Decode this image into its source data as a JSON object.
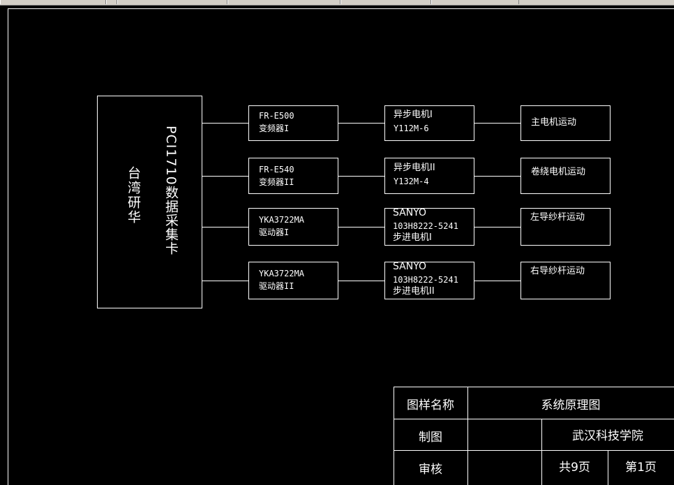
{
  "card": {
    "line1": "PCI1710数据采集卡",
    "line2": "台湾研华"
  },
  "rows": [
    {
      "drive1": "FR-E500",
      "drive2": "变频器I",
      "motor1": "异步电机I",
      "motor2": "Y112M-6",
      "motor3": "",
      "action": "主电机运动"
    },
    {
      "drive1": "FR-E540",
      "drive2": "变频器II",
      "motor1": "异步电机II",
      "motor2": "Y132M-4",
      "motor3": "",
      "action": "卷绕电机运动"
    },
    {
      "drive1": "YKA3722MA",
      "drive2": "驱动器I",
      "motor1": "SANYO",
      "motor2": "103H8222-5241",
      "motor3": "步进电机I",
      "action": "左导纱杆运动"
    },
    {
      "drive1": "YKA3722MA",
      "drive2": "驱动器II",
      "motor1": "SANYO",
      "motor2": "103H8222-5241",
      "motor3": "步进电机II",
      "action": "右导纱杆运动"
    }
  ],
  "titleblock": {
    "name_label": "图样名称",
    "name_value": "系统原理图",
    "drawn_label": "制图",
    "org": "武汉科技学院",
    "check_label": "审核",
    "total_pages": "共9页",
    "page": "第1页"
  }
}
